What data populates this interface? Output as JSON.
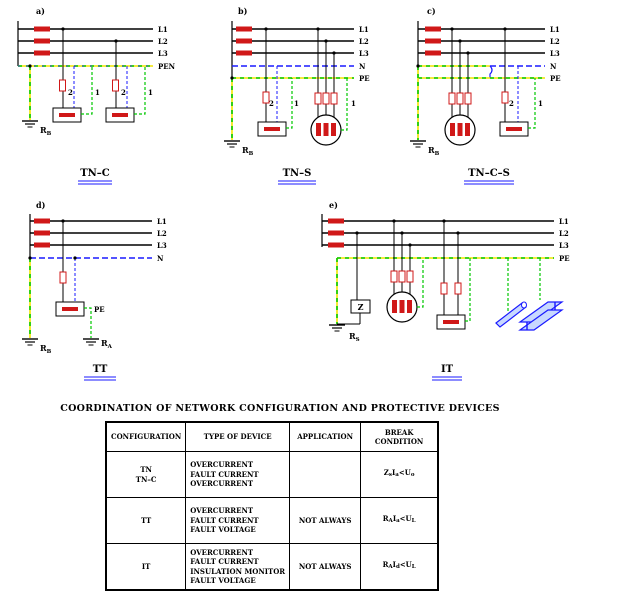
{
  "panels": {
    "a": {
      "letter": "a)",
      "phases": [
        "L1",
        "L2",
        "L3"
      ],
      "bus": "PEN",
      "device_labels": [
        "2",
        "1",
        "2",
        "1"
      ],
      "earth": "R",
      "earth_sub": "B",
      "title": "TN–C"
    },
    "b": {
      "letter": "b)",
      "phases": [
        "L1",
        "L2",
        "L3"
      ],
      "neutral": "N",
      "pe": "PE",
      "device_labels": [
        "2",
        "1",
        "1"
      ],
      "earth": "R",
      "earth_sub": "B",
      "title": "TN–S"
    },
    "c": {
      "letter": "c)",
      "phases": [
        "L1",
        "L2",
        "L3"
      ],
      "neutral": "N",
      "pe": "PE",
      "device_labels": [
        "2",
        "1"
      ],
      "earth": "R",
      "earth_sub": "B",
      "title": "TN–C–S"
    },
    "d": {
      "letter": "d)",
      "phases": [
        "L1",
        "L2",
        "L3"
      ],
      "neutral": "N",
      "pe": "PE",
      "earth": "R",
      "earth_sub": "B",
      "earth2": "R",
      "earth2_sub": "A",
      "title": "TT"
    },
    "e": {
      "letter": "e)",
      "phases": [
        "L1",
        "L2",
        "L3"
      ],
      "pe": "PE",
      "impedance": "Z",
      "earth": "R",
      "earth_sub": "S",
      "title": "IT"
    }
  },
  "colors": {
    "neutral": "#1a1aff",
    "pe_yellow": "#f2e400",
    "pe_green": "#00c800",
    "fuse": "#d01818",
    "line": "#000000"
  },
  "table": {
    "title": "COORDINATION OF NETWORK CONFIGURATION AND PROTECTIVE DEVICES",
    "headers": [
      "CONFIGURATION",
      "TYPE OF DEVICE",
      "APPLICATION",
      "BREAK CONDITION"
    ],
    "rows": [
      {
        "config": [
          "TN",
          "TN–C"
        ],
        "devices": [
          "OVERCURRENT",
          "FAULT CURRENT",
          "OVERCURRENT"
        ],
        "application": "",
        "condition": {
          "p1": "Z",
          "s1": "s",
          "p2": "I",
          "s2": "a",
          "p3": "<U",
          "s3": "o"
        }
      },
      {
        "config": [
          "TT"
        ],
        "devices": [
          "OVERCURRENT",
          "FAULT CURRENT",
          "FAULT VOLTAGE"
        ],
        "application": "NOT ALWAYS",
        "condition": {
          "p1": "R",
          "s1": "A",
          "p2": "I",
          "s2": "a",
          "p3": "<U",
          "s3": "L"
        }
      },
      {
        "config": [
          "IT"
        ],
        "devices": [
          "OVERCURRENT",
          "FAULT CURRENT",
          "INSULATION MONITOR",
          "FAULT VOLTAGE"
        ],
        "application": "NOT ALWAYS",
        "condition": {
          "p1": "R",
          "s1": "A",
          "p2": "I",
          "s2": "d",
          "p3": "<U",
          "s3": "L"
        }
      }
    ]
  }
}
